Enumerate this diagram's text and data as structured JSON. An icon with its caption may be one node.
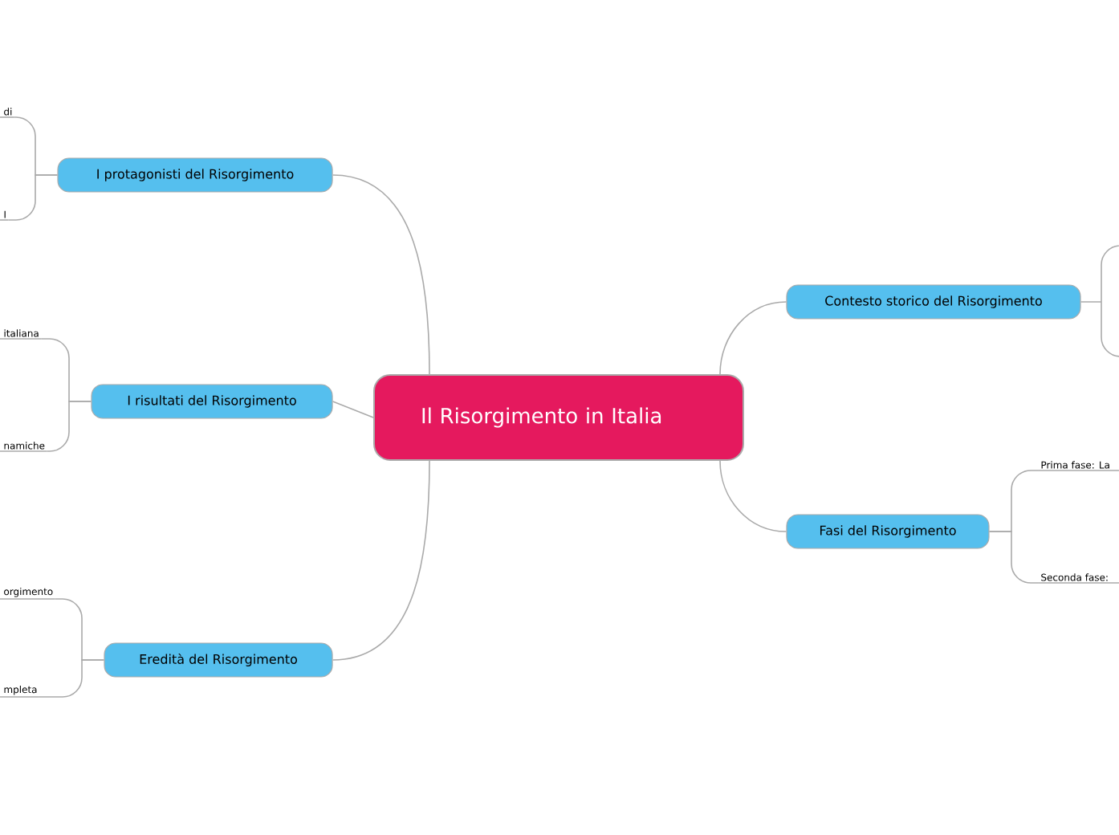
{
  "diagram": {
    "nodes": [
      {
        "text": [
          "Il Risorgimento in Italia"
        ]
      },
      {
        "text": [
          "Contesto storico del Risorgimento"
        ]
      },
      {
        "text": [
          "Fasi del Risorgimento"
        ]
      },
      {
        "text": [
          "I protagonisti del Risorgimento"
        ]
      },
      {
        "text": [
          "I risultati del Risorgimento"
        ]
      },
      {
        "text": [
          "Eredità del Risorgimento"
        ]
      },
      {
        "text": [
          "di"
        ]
      },
      {
        "text": [
          "I"
        ]
      },
      {
        "text": [
          "italiana"
        ]
      },
      {
        "text": [
          "namiche"
        ]
      },
      {
        "text": [
          "orgimento"
        ]
      },
      {
        "text": [
          "mpleta"
        ]
      },
      {
        "text": [
          "Prima fase: La"
        ]
      },
      {
        "text": [
          "Seconda fase:"
        ]
      }
    ],
    "edges": [
      {
        "from": 0,
        "to": 1,
        "arrow": "none"
      },
      {
        "from": 0,
        "to": 2,
        "arrow": "none"
      },
      {
        "from": 0,
        "to": 3,
        "arrow": "none"
      },
      {
        "from": 0,
        "to": 4,
        "arrow": "none"
      },
      {
        "from": 0,
        "to": 5,
        "arrow": "none"
      },
      {
        "from": 3,
        "to": 6,
        "arrow": "none"
      },
      {
        "from": 3,
        "to": 7,
        "arrow": "none"
      },
      {
        "from": 4,
        "to": 8,
        "arrow": "none"
      },
      {
        "from": 4,
        "to": 9,
        "arrow": "none"
      },
      {
        "from": 5,
        "to": 10,
        "arrow": "none"
      },
      {
        "from": 5,
        "to": 11,
        "arrow": "none"
      },
      {
        "from": 2,
        "to": 12,
        "arrow": "none"
      },
      {
        "from": 2,
        "to": 13,
        "arrow": "none"
      }
    ]
  }
}
